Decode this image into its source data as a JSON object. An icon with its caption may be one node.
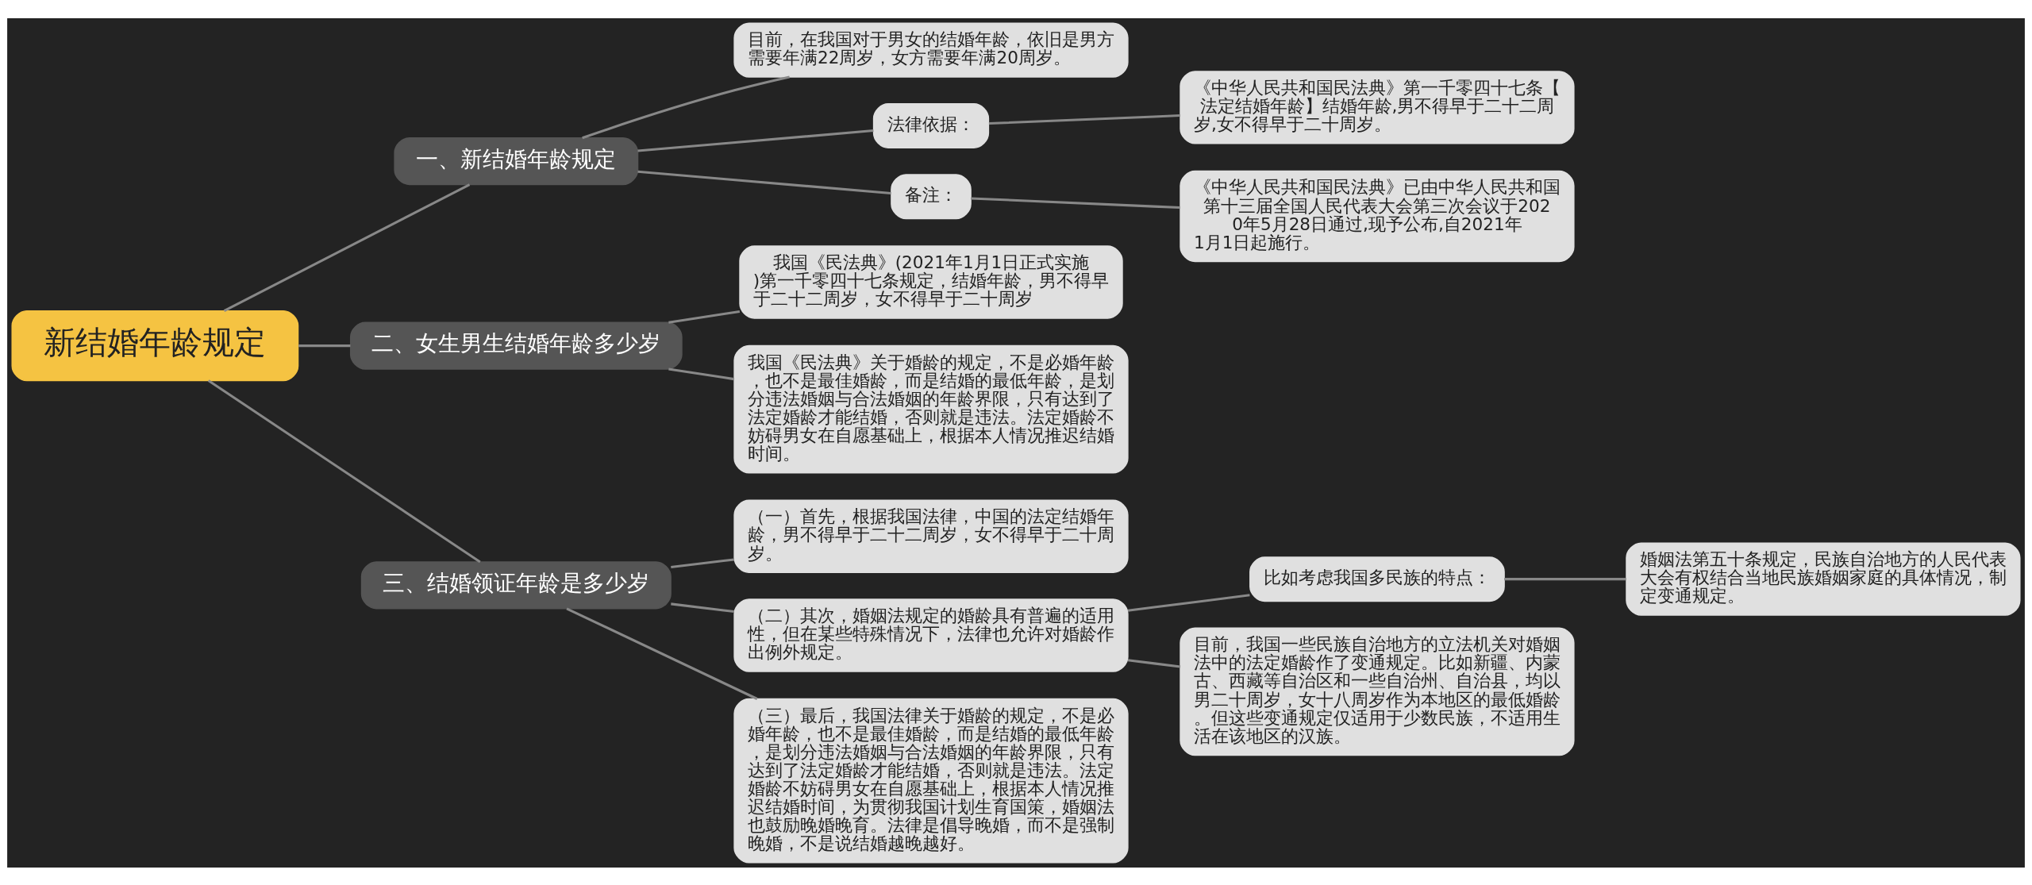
{
  "diagram": {
    "nodes": [
      {
        "text": [
          "新结婚年龄规定"
        ]
      },
      {
        "text": [
          "一、新结婚年龄规定"
        ]
      },
      {
        "text": [
          "目前，在我国对于男女的结婚年龄，依旧是男方需要年满22周岁，女方需要年满20周岁。"
        ]
      },
      {
        "text": [
          "法律依据："
        ]
      },
      {
        "text": [
          "《中华人民共和国民法典》第一千零四十七条【法定结婚年龄】结婚年龄,男不得早于二十二周岁,女不得早于二十周岁。"
        ]
      },
      {
        "text": [
          "备注："
        ]
      },
      {
        "text": [
          "《中华人民共和国民法典》已由中华人民共和国第十三届全国人民代表大会第三次会议于2020年5月28日通过,现予公布,自2021年1月1日起施行。"
        ]
      },
      {
        "text": [
          "二、女生男生结婚年龄多少岁"
        ]
      },
      {
        "text": [
          "我国《民法典》(2021年1月1日正式实施)第一千零四十七条规定，结婚年龄，男不得早于二十二周岁，女不得早于二十周岁"
        ]
      },
      {
        "text": [
          "我国《民法典》关于婚龄的规定，不是必婚年龄，也不是最佳婚龄，而是结婚的最低年龄，是划分违法婚姻与合法婚姻的年龄界限，只有达到了法定婚龄才能结婚，否则就是违法。法定婚龄不妨碍男女在自愿基础上，根据本人情况推迟结婚时间。"
        ]
      },
      {
        "text": [
          "三、结婚领证年龄是多少岁"
        ]
      },
      {
        "text": [
          "（一）首先，根据我国法律，中国的法定结婚年龄，男不得早于二十二周岁，女不得早于二十周岁。"
        ]
      },
      {
        "text": [
          "（二）其次，婚姻法规定的婚龄具有普遍的适用性，但在某些特殊情况下，法律也允许对婚龄作出例外规定。"
        ]
      },
      {
        "text": [
          "比如考虑我国多民族的特点："
        ]
      },
      {
        "text": [
          "婚姻法第五十条规定，民族自治地方的人民代表大会有权结合当地民族婚姻家庭的具体情况，制定变通规定。"
        ]
      },
      {
        "text": [
          "目前，我国一些民族自治地方的立法机关对婚姻法中的法定婚龄作了变通规定。比如新疆、内蒙古、西藏等自治区和一些自治州、自治县，均以男二十周岁，女十八周岁作为本地区的最低婚龄。但这些变通规定仅适用于少数民族，不适用生活在该地区的汉族。"
        ]
      },
      {
        "text": [
          "（三）最后，我国法律关于婚龄的规定，不是必婚年龄，也不是最佳婚龄，而是结婚的最低年龄，是划分违法婚姻与合法婚姻的年龄界限，只有达到了法定婚龄才能结婚，否则就是违法。法定婚龄不妨碍男女在自愿基础上，根据本人情况推迟结婚时间，为贯彻我国计划生育国策，婚姻法也鼓励晚婚晚育。法律是倡导晚婚，而不是强制晚婚，不是说结婚越晚越好。"
        ]
      }
    ],
    "edges": [
      {
        "from": 0,
        "to": 1,
        "arrow": "none"
      },
      {
        "from": 1,
        "to": 2,
        "arrow": "none"
      },
      {
        "from": 1,
        "to": 3,
        "arrow": "none"
      },
      {
        "from": 3,
        "to": 4,
        "arrow": "none"
      },
      {
        "from": 1,
        "to": 5,
        "arrow": "none"
      },
      {
        "from": 5,
        "to": 6,
        "arrow": "none"
      },
      {
        "from": 0,
        "to": 7,
        "arrow": "none"
      },
      {
        "from": 7,
        "to": 8,
        "arrow": "none"
      },
      {
        "from": 7,
        "to": 9,
        "arrow": "none"
      },
      {
        "from": 0,
        "to": 10,
        "arrow": "none"
      },
      {
        "from": 10,
        "to": 11,
        "arrow": "none"
      },
      {
        "from": 10,
        "to": 12,
        "arrow": "none"
      },
      {
        "from": 12,
        "to": 13,
        "arrow": "none"
      },
      {
        "from": 13,
        "to": 14,
        "arrow": "none"
      },
      {
        "from": 12,
        "to": 15,
        "arrow": "none"
      },
      {
        "from": 10,
        "to": 16,
        "arrow": "none"
      }
    ]
  }
}
